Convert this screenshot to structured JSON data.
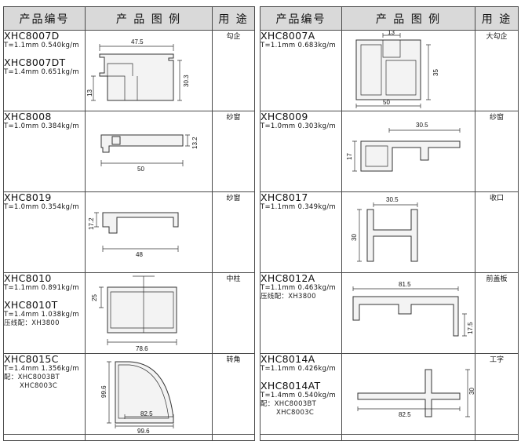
{
  "headers": {
    "left": {
      "code": "产品编号",
      "figure": "产 品 图 例",
      "use": "用 途"
    },
    "right": {
      "code": "产品编号",
      "figure": "产 品 图 例",
      "use": "用 途"
    }
  },
  "left_rows": [
    {
      "models": [
        {
          "code": "XHC8007D",
          "spec": "T=1.1mm  0.540kg/m"
        },
        {
          "code": "XHC8007DT",
          "spec": "T=1.4mm  0.651kg/m"
        }
      ],
      "use": "勾企",
      "dims": [
        "47.5",
        "13",
        "30.3"
      ]
    },
    {
      "models": [
        {
          "code": "XHC8008",
          "spec": "T=1.0mm  0.384kg/m"
        }
      ],
      "use": "纱窗",
      "dims": [
        "13.2",
        "50"
      ]
    },
    {
      "models": [
        {
          "code": "XHC8019",
          "spec": "T=1.0mm  0.354kg/m"
        }
      ],
      "use": "纱窗",
      "dims": [
        "17.2",
        "48"
      ]
    },
    {
      "models": [
        {
          "code": "XHC8010",
          "spec": "T=1.1mm  0.891kg/m"
        },
        {
          "code": "XHC8010T",
          "spec": "T=1.4mm  1.038kg/m"
        }
      ],
      "note": {
        "label": "压线配：XH3800",
        "extra": []
      },
      "use": "中柱",
      "dims": [
        "25",
        "78.6"
      ]
    },
    {
      "models": [
        {
          "code": "XHC8015C",
          "spec": "T=1.4mm  1.356kg/m"
        }
      ],
      "note": {
        "label": "配：XHC8003BT",
        "extra": [
          "XHC8003C"
        ]
      },
      "use": "转角",
      "dims": [
        "99.6",
        "82.5",
        "99.6"
      ]
    }
  ],
  "right_rows": [
    {
      "models": [
        {
          "code": "XHC8007A",
          "spec": "T=1.1mm  0.683kg/m"
        }
      ],
      "use": "大勾企",
      "dims": [
        "13",
        "35",
        "50"
      ]
    },
    {
      "models": [
        {
          "code": "XHC8009",
          "spec": "T=1.0mm  0.303kg/m"
        }
      ],
      "use": "纱窗",
      "dims": [
        "30.5",
        "17"
      ]
    },
    {
      "models": [
        {
          "code": "XHC8017",
          "spec": "T=1.1mm  0.349kg/m"
        }
      ],
      "use": "收口",
      "dims": [
        "30.5",
        "30"
      ]
    },
    {
      "models": [
        {
          "code": "XHC8012A",
          "spec": "T=1.1mm  0.463kg/m"
        }
      ],
      "note": {
        "label": "压线配：XH3800",
        "extra": []
      },
      "use": "前盖板",
      "dims": [
        "81.5",
        "17.5"
      ]
    },
    {
      "models": [
        {
          "code": "XHC8014A",
          "spec": "T=1.1mm  0.426kg/m"
        },
        {
          "code": "XHC8014AT",
          "spec": "T=1.4mm  0.540kg/m"
        }
      ],
      "note": {
        "label": "配：XHC8003BT",
        "extra": [
          "XHC8003C"
        ]
      },
      "use": "工字",
      "dims": [
        "30",
        "82.5"
      ]
    }
  ]
}
